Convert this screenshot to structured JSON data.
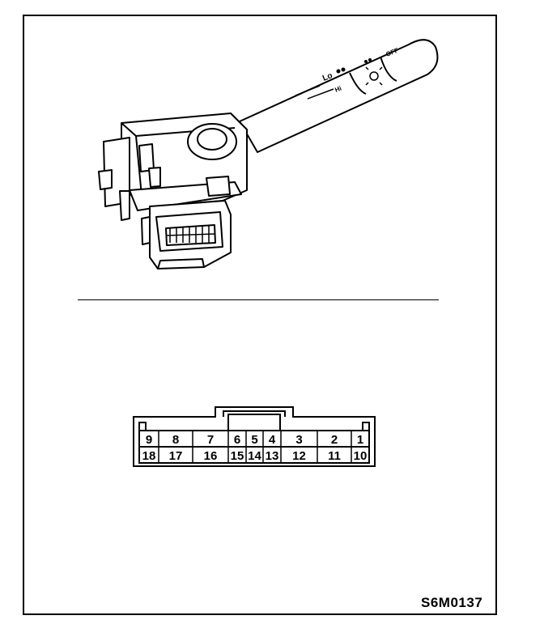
{
  "figure_code": "S6M0137",
  "connector": {
    "top_row": [
      "9",
      "8",
      "7",
      "6",
      "5",
      "4",
      "3",
      "2",
      "1"
    ],
    "bottom_row": [
      "18",
      "17",
      "16",
      "15",
      "14",
      "13",
      "12",
      "11",
      "10"
    ]
  },
  "lever_markings": {
    "lo": "Lo",
    "hi": "Hi",
    "off": "OFF"
  },
  "colors": {
    "ink": "#000000",
    "paper": "#ffffff"
  }
}
